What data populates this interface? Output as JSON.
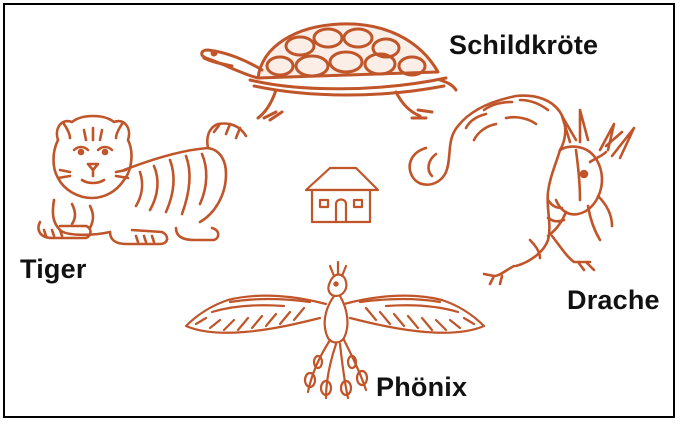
{
  "labels": {
    "turtle": "Schildkröte",
    "tiger": "Tiger",
    "dragon": "Drache",
    "phoenix": "Phönix"
  },
  "colors": {
    "drawing": "#c0552a",
    "text": "#111111",
    "frame": "#000000",
    "background": "#ffffff"
  },
  "icons": {
    "turtle": "turtle-icon",
    "tiger": "tiger-icon",
    "dragon": "dragon-icon",
    "phoenix": "phoenix-icon",
    "house": "house-icon"
  }
}
